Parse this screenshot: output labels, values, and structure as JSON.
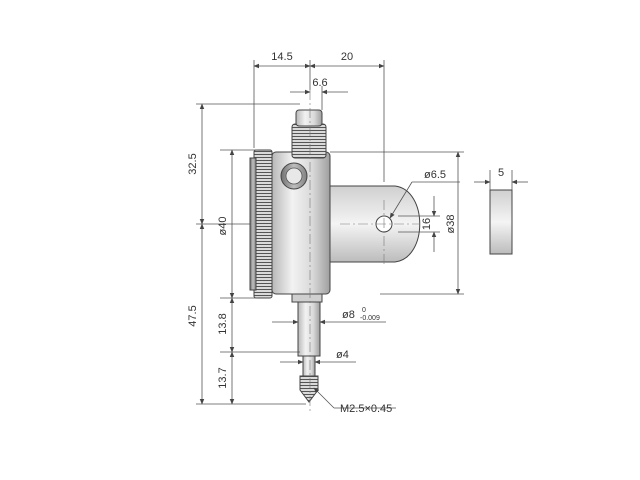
{
  "drawing": {
    "dimensions": {
      "top_left_width": "14.5",
      "top_right_width": "20",
      "stem_offset": "6.6",
      "upper_height": "32.5",
      "dial_diameter": "ø40",
      "lower_height": "47.5",
      "stem_height": "13.8",
      "tip_height": "13.7",
      "lug_hole": "ø6.5",
      "lug_height": "16",
      "back_diameter": "ø38",
      "lug_thickness": "5",
      "stem_diameter": "ø8",
      "stem_tol_upper": "0",
      "stem_tol_lower": "-0.009",
      "spindle_diameter": "ø4",
      "thread": "M2.5×0.45"
    },
    "colors": {
      "line": "#555555",
      "body_light": "#e6e6e6",
      "body_mid": "#bdbdbd",
      "body_dark": "#8a8a8a",
      "text": "#333333"
    }
  }
}
